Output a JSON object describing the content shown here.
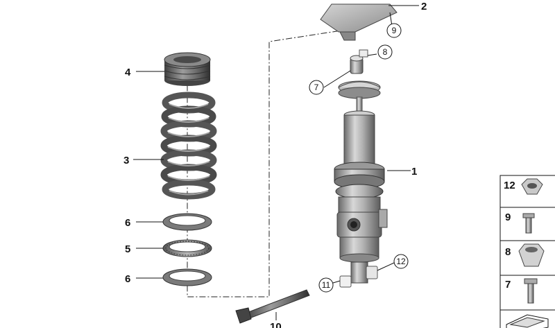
{
  "callouts": {
    "c1": "1",
    "c2": "2",
    "c3": "3",
    "c4": "4",
    "c5": "5",
    "c6a": "6",
    "c6b": "6",
    "c7": "7",
    "c8": "8",
    "c9": "9",
    "c10": "10",
    "c11": "11",
    "c12": "12"
  },
  "side_panel": {
    "p12": "12",
    "p9": "9",
    "p8": "8",
    "p7": "7"
  },
  "colors": {
    "metal_dark": "#6f6f6f",
    "metal_mid": "#9a9a9a",
    "metal_light": "#d2d2d2",
    "line": "#222222"
  }
}
